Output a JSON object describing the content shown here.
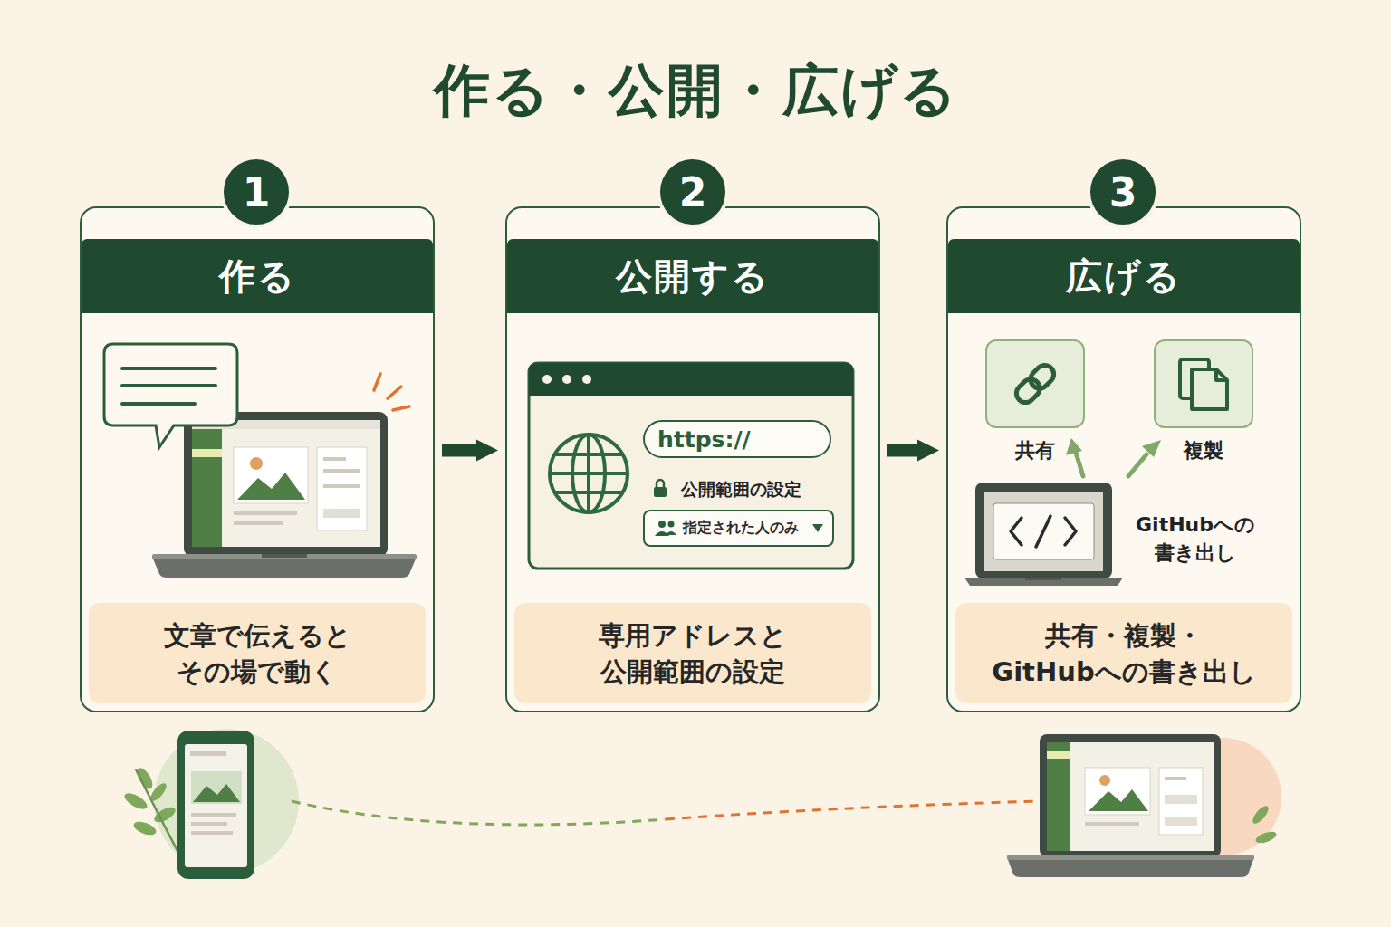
{
  "diagram": {
    "title": "作る・公開・広げる",
    "nodes": [
      {
        "text": [
          "1"
        ]
      },
      {
        "text": [
          "作る",
          "文章で伝えると その場で動く"
        ]
      },
      {
        "text": [
          "2"
        ]
      },
      {
        "text": [
          "公開する",
          "専用アドレスと 公開範囲の設定"
        ]
      },
      {
        "text": [
          "https://"
        ],
        "in": 3
      },
      {
        "text": [
          "指定された人のみ"
        ],
        "in": 3
      },
      {
        "text": [
          "3"
        ]
      },
      {
        "text": [
          "広げる",
          "共有・複製・ GitHubへの書き出し"
        ]
      },
      {
        "text": [
          "共有"
        ],
        "in": 7
      },
      {
        "text": [
          "複製"
        ],
        "in": 7
      }
    ],
    "edges": [
      {
        "from": 1,
        "to": 3,
        "arrow": "to"
      },
      {
        "from": 3,
        "to": 7,
        "arrow": "to"
      }
    ],
    "labels": [
      "公開範囲の設定",
      "GitHubへの 書き出し"
    ]
  }
}
